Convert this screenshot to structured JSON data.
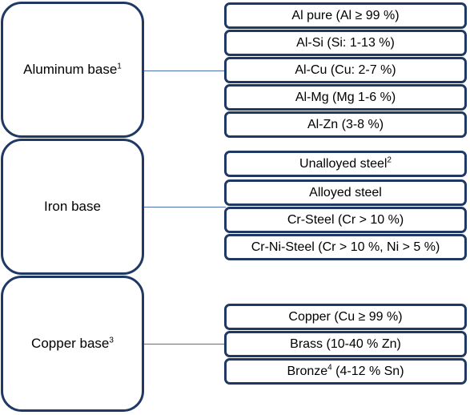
{
  "groups": [
    {
      "label": "Aluminum base",
      "note": "1",
      "items": [
        {
          "label": "Al pure (Al ≥ 99 %)",
          "note": ""
        },
        {
          "label": "Al-Si (Si: 1-13 %)",
          "note": ""
        },
        {
          "label": "Al-Cu (Cu: 2-7 %)",
          "note": ""
        },
        {
          "label": "Al-Mg (Mg 1-6 %)",
          "note": ""
        },
        {
          "label": "Al-Zn (3-8 %)",
          "note": ""
        }
      ]
    },
    {
      "label": "Iron base",
      "note": "",
      "items": [
        {
          "label": "Unalloyed steel",
          "note": "2",
          "suffix": ""
        },
        {
          "label": "Alloyed steel",
          "note": ""
        },
        {
          "label": "Cr-Steel (Cr > 10 %)",
          "note": ""
        },
        {
          "label": "Cr-Ni-Steel (Cr > 10 %, Ni > 5 %)",
          "note": ""
        }
      ]
    },
    {
      "label": "Copper base",
      "note": "3",
      "items": [
        {
          "label": "Copper (Cu ≥ 99 %)",
          "note": ""
        },
        {
          "label": "Brass (10-40 % Zn)",
          "note": ""
        },
        {
          "label": "Bronze",
          "note": "4",
          "suffix": " (4-12 % Sn)"
        }
      ]
    }
  ],
  "colors": {
    "border": "#1f3864",
    "connector": "#4a72b0"
  }
}
